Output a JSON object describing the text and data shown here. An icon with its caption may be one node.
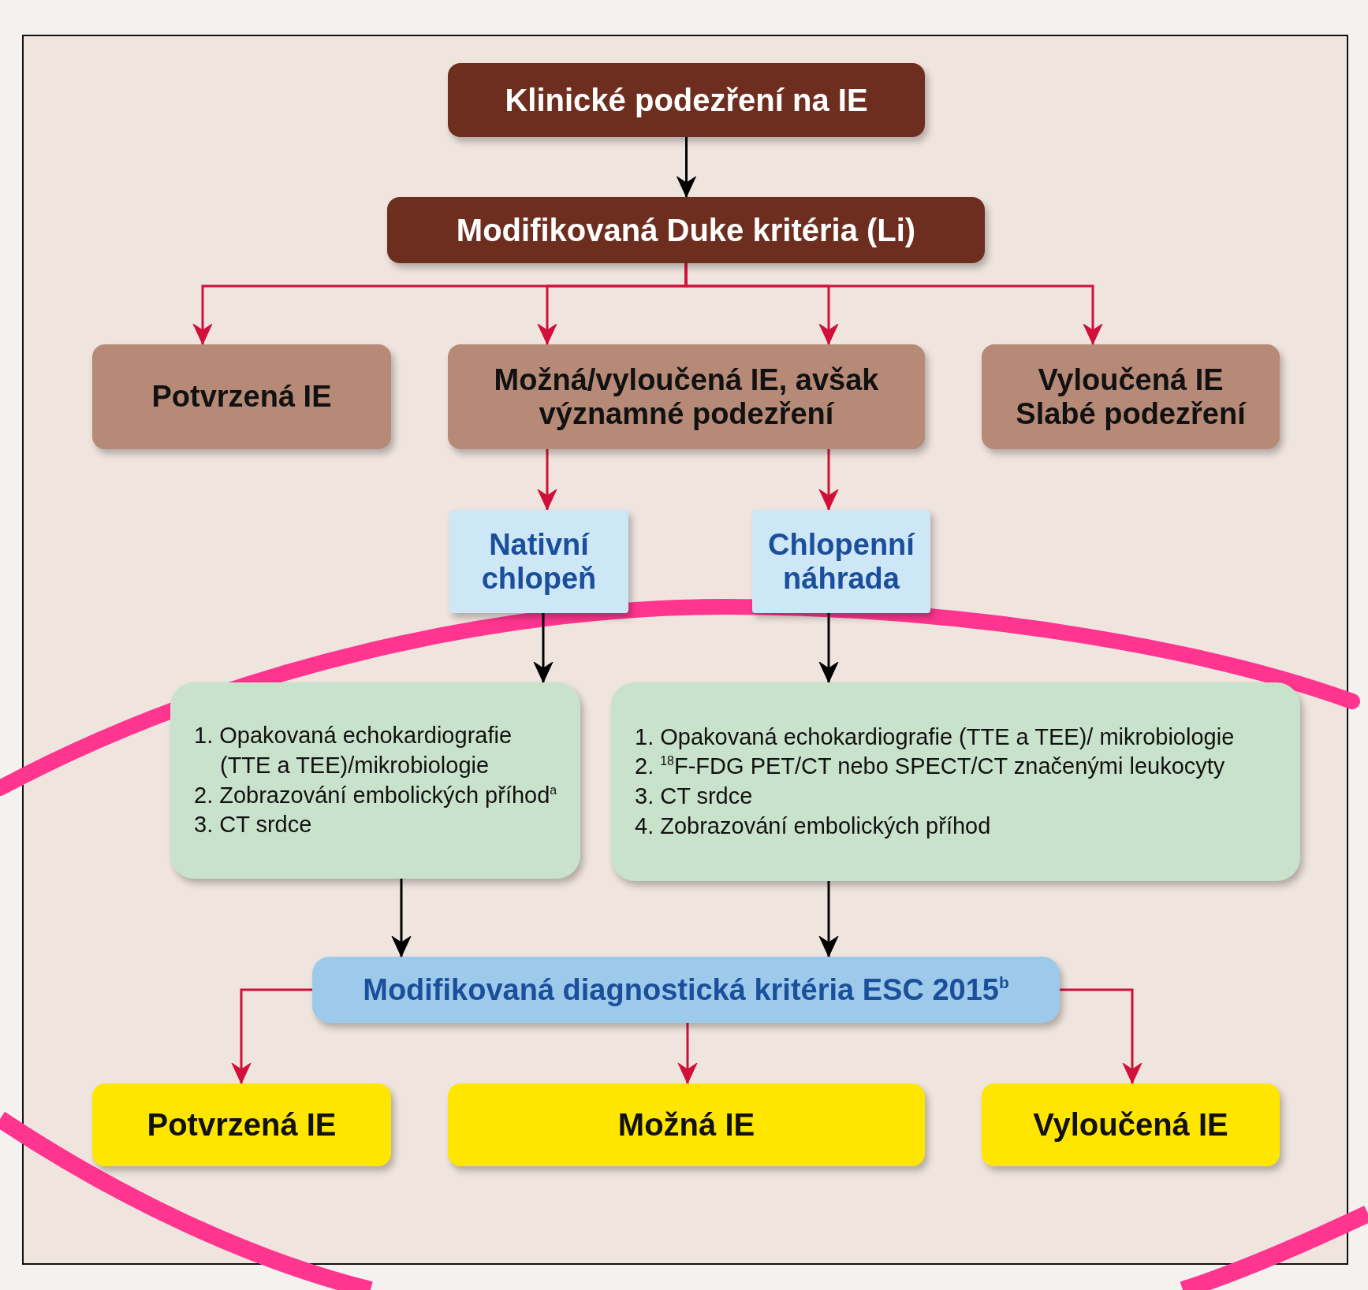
{
  "diagram": {
    "nodes": [
      {
        "text": [
          "Klinické podezření na IE"
        ]
      },
      {
        "text": [
          "Modifikovaná Duke kritéria (Li)"
        ]
      },
      {
        "text": [
          "Potvrzená IE"
        ]
      },
      {
        "text": [
          "Možná/vyloučená IE, avšak významné podezření"
        ]
      },
      {
        "text": [
          "Vyloučená IE Slabé podezření"
        ]
      },
      {
        "text": [
          "Nativní chlopeň"
        ]
      },
      {
        "text": [
          "Chlopenní náhrada"
        ]
      },
      {
        "text": [
          "1. Opakovaná echokardiografie (TTE a TEE)/mikrobiologie",
          "2. Zobrazování embolických příhod$^{a}$",
          "3. CT srdce"
        ]
      },
      {
        "text": [
          "1. Opakovaná echokardiografie (TTE a TEE)/ mikrobiologie",
          "2. $^{18}$F-FDG PET/CT nebo SPECT/CT značenými leukocyty",
          "3. CT srdce",
          "4. Zobrazování embolických příhod"
        ]
      },
      {
        "text": [
          "Modifikovaná diagnostická kritéria ESC 2015$^{b}$"
        ]
      },
      {
        "text": [
          "Potvrzená IE"
        ]
      },
      {
        "text": [
          "Možná IE"
        ]
      },
      {
        "text": [
          "Vyloučená IE"
        ]
      }
    ],
    "edges": [
      {
        "from": 0,
        "to": 1,
        "arrow": "to",
        "color": "#000000"
      },
      {
        "from": 1,
        "to": 2,
        "arrow": "to"
      },
      {
        "from": 1,
        "to": 3,
        "arrow": "to"
      },
      {
        "from": 1,
        "to": 3,
        "arrow": "to"
      },
      {
        "from": 1,
        "to": 4,
        "arrow": "to"
      },
      {
        "from": 3,
        "to": 5,
        "arrow": "to"
      },
      {
        "from": 3,
        "to": 6,
        "arrow": "to"
      },
      {
        "from": 5,
        "to": 7,
        "arrow": "to",
        "color": "#000000"
      },
      {
        "from": 6,
        "to": 8,
        "arrow": "to",
        "color": "#000000"
      },
      {
        "from": 7,
        "to": 9,
        "arrow": "to",
        "color": "#000000"
      },
      {
        "from": 8,
        "to": 9,
        "arrow": "to",
        "color": "#000000"
      },
      {
        "from": 9,
        "to": 10,
        "arrow": "to"
      },
      {
        "from": 9,
        "to": 11,
        "arrow": "to"
      },
      {
        "from": 9,
        "to": 12,
        "arrow": "to"
      }
    ]
  }
}
